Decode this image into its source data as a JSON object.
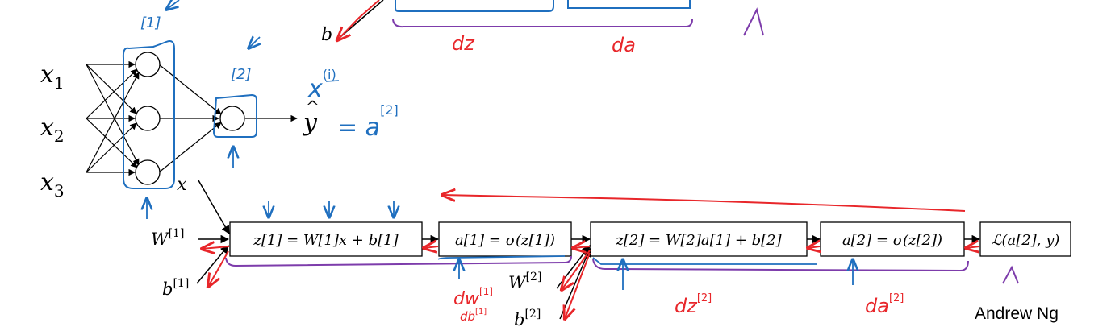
{
  "colors": {
    "ink": "#000000",
    "blue_annotation": "#1f6fbf",
    "red_annotation": "#e8262a",
    "purple_annotation": "#7d3cab"
  },
  "network": {
    "inputs": [
      "x",
      "x",
      "x"
    ],
    "input_subscripts": [
      "1",
      "2",
      "3"
    ],
    "output_symbol": "y",
    "output_hat": "^",
    "hidden_label": "[1]",
    "output_label": "[2]",
    "input_label": "x",
    "input_label_sup": "(i)",
    "output_eq": "= a",
    "output_eq_sup": "[2]"
  },
  "top_b_label": "b",
  "top_annotations": {
    "dz": "dz",
    "da": "da"
  },
  "flow": {
    "x_label": "x",
    "w1_label": "W",
    "w1_sup": "[1]",
    "b1_label": "b",
    "b1_sup": "[1]",
    "w2_label": "W",
    "w2_sup": "[2]",
    "b2_label": "b",
    "b2_sup": "[2]",
    "boxes": [
      "z[1] = W[1]x + b[1]",
      "a[1] = σ(z[1])",
      "z[2] = W[2]a[1] + b[2]",
      "a[2] = σ(z[2])",
      "ℒ(a[2], y)"
    ]
  },
  "bottom_annotations": {
    "dw1": "dw",
    "dw1_sup": "[1]",
    "db1": "db",
    "db1_sup": "[1]",
    "dz2": "dz",
    "dz2_sup": "[2]",
    "da2": "da",
    "da2_sup": "[2]"
  },
  "credit": "Andrew Ng"
}
